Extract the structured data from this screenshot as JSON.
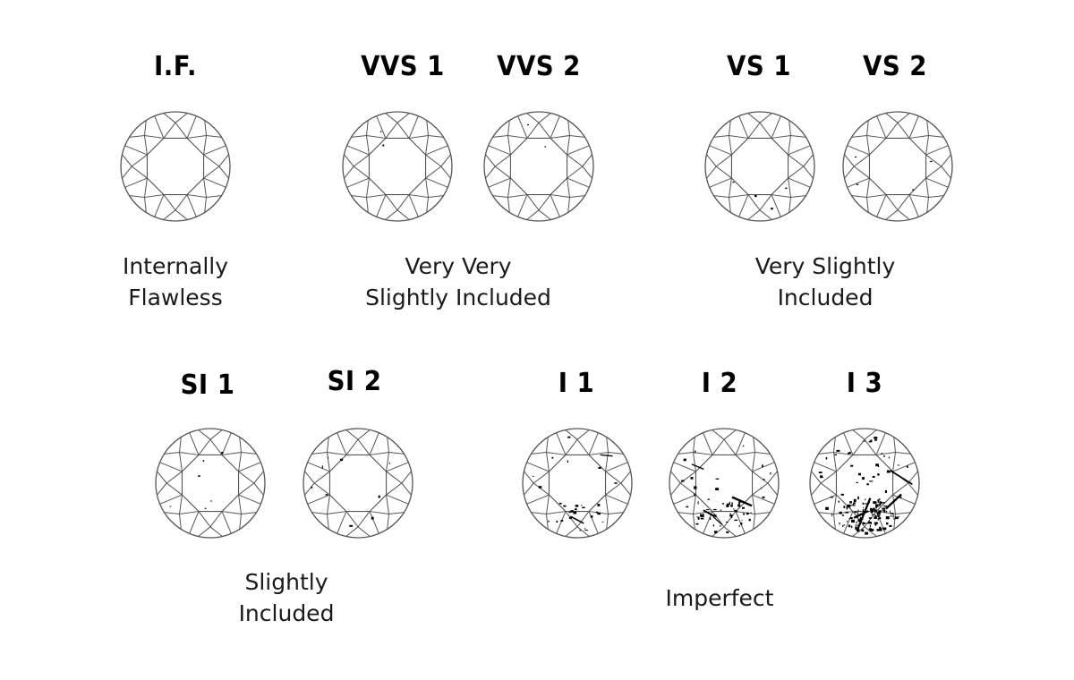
{
  "colors": {
    "outline": "#555555",
    "inclusion": "#000000",
    "text": "#111111"
  },
  "grades": [
    {
      "code": "I.F.",
      "inclusion_level": 0
    },
    {
      "code": "VVS 1",
      "inclusion_level": 1
    },
    {
      "code": "VVS 2",
      "inclusion_level": 1
    },
    {
      "code": "VS 1",
      "inclusion_level": 2
    },
    {
      "code": "VS 2",
      "inclusion_level": 2
    },
    {
      "code": "SI 1",
      "inclusion_level": 3
    },
    {
      "code": "SI 2",
      "inclusion_level": 4
    },
    {
      "code": "I 1",
      "inclusion_level": 5
    },
    {
      "code": "I 2",
      "inclusion_level": 6
    },
    {
      "code": "I 3",
      "inclusion_level": 7
    }
  ],
  "groups": [
    {
      "lines": [
        "Internally",
        "Flawless"
      ]
    },
    {
      "lines": [
        "Very Very",
        "Slightly Included"
      ]
    },
    {
      "lines": [
        "Very Slightly",
        "Included"
      ]
    },
    {
      "lines": [
        "Slightly",
        "Included"
      ]
    },
    {
      "lines": [
        "Imperfect"
      ]
    }
  ]
}
